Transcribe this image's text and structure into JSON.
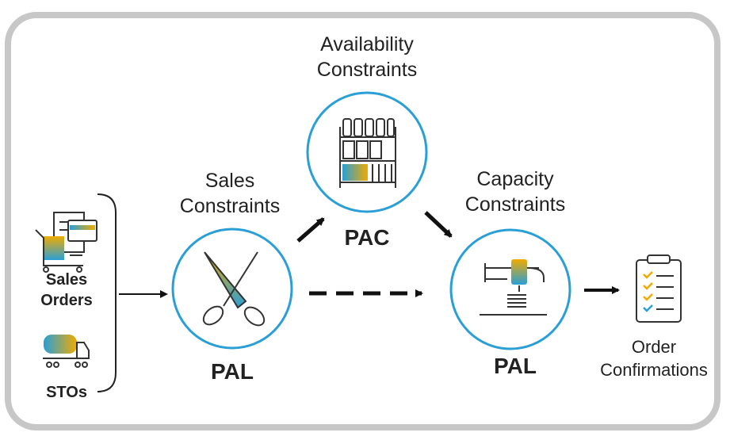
{
  "inputs": {
    "sales_orders": {
      "line1": "Sales",
      "line2": "Orders",
      "icon": "sales-order-cart-icon"
    },
    "stos": {
      "label": "STOs",
      "icon": "tanker-truck-icon"
    }
  },
  "nodes": {
    "sales": {
      "heading1": "Sales",
      "heading2": "Constraints",
      "tag": "PAL",
      "icon": "scissors-icon"
    },
    "availability": {
      "heading1": "Availability",
      "heading2": "Constraints",
      "tag": "PAC",
      "icon": "warehouse-shelf-icon"
    },
    "capacity": {
      "heading1": "Capacity",
      "heading2": "Constraints",
      "tag": "PAL",
      "icon": "production-machine-icon"
    }
  },
  "output": {
    "line1": "Order",
    "line2": "Confirmations",
    "icon": "checklist-clipboard-icon"
  },
  "colors": {
    "circle_stroke": "#2a9fd6",
    "gradient": [
      "#2a9fd6",
      "#f0ab00"
    ],
    "frame": "#c7c7c7",
    "arrow": "#111111"
  }
}
